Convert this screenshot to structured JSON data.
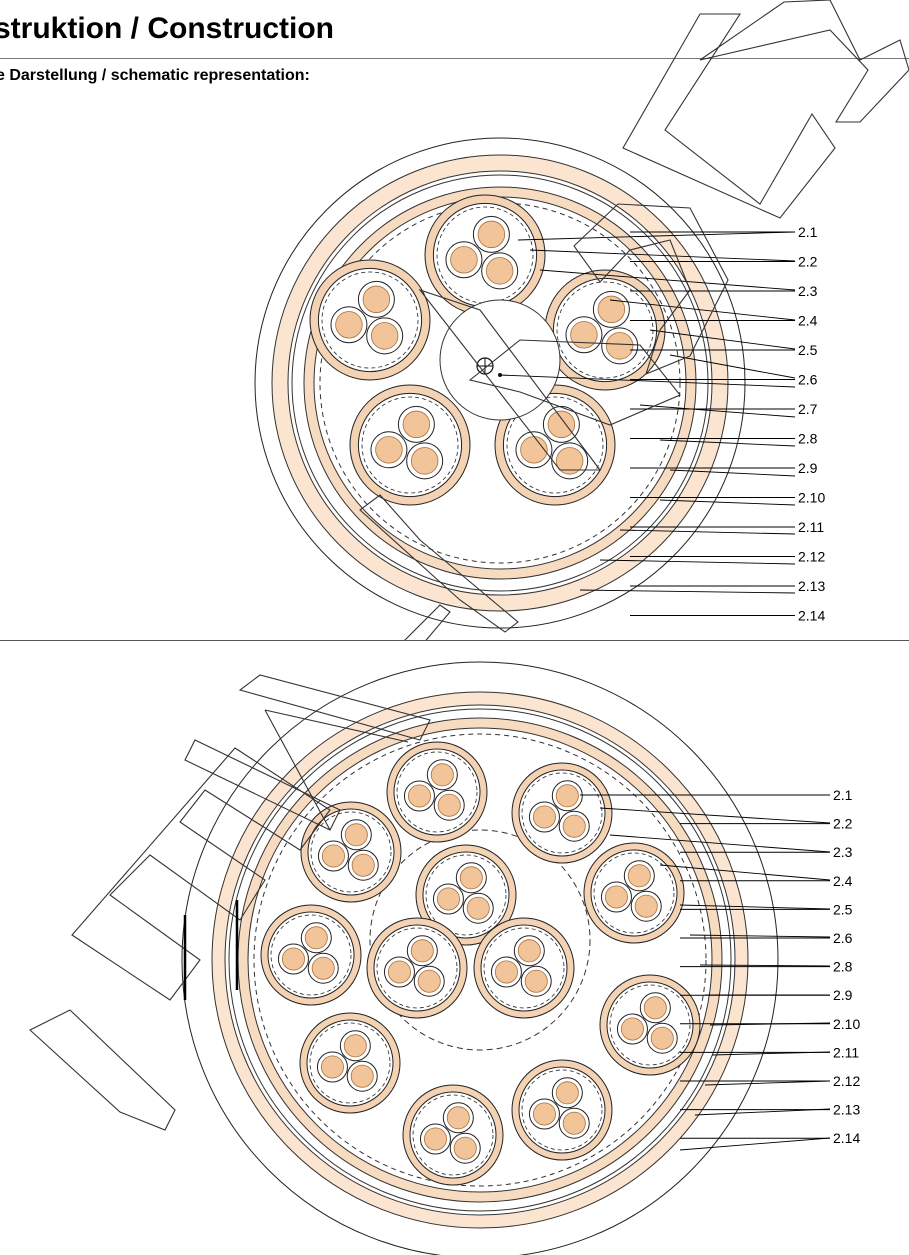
{
  "header": {
    "title": "struktion / Construction",
    "subtitle": "e Darstellung / schematic representation:"
  },
  "diagram_top": {
    "labels": [
      "2.1",
      "2.2",
      "2.3",
      "2.4",
      "2.5",
      "2.6",
      "2.7",
      "2.8",
      "2.9",
      "2.10",
      "2.11",
      "2.12",
      "2.13",
      "2.14"
    ]
  },
  "diagram_bottom": {
    "labels": [
      "2.1",
      "2.2",
      "2.3",
      "2.4",
      "2.5",
      "2.6",
      "2.8",
      "2.9",
      "2.10",
      "2.11",
      "2.12",
      "2.13",
      "2.14"
    ]
  },
  "colors": {
    "conductor": "#f2c49a",
    "conductor_stroke": "#a8703e",
    "shield": "#f3d3b4",
    "outline": "#222222",
    "watermark": "#333333"
  }
}
